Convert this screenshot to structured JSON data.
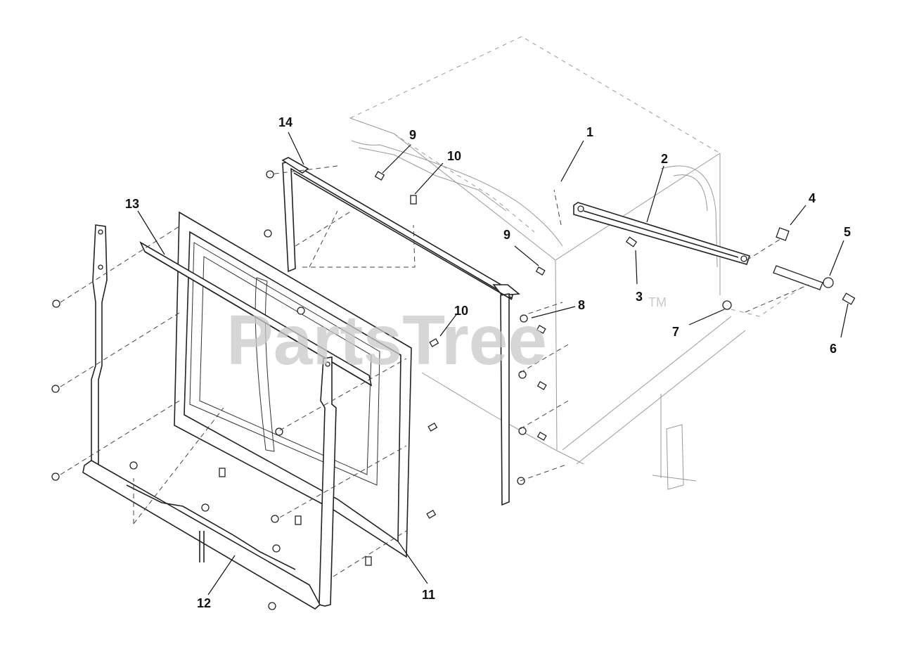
{
  "watermark": {
    "text": "PartsTree",
    "tm": "TM"
  },
  "callouts": {
    "c1": "1",
    "c2": "2",
    "c3": "3",
    "c4": "4",
    "c5": "5",
    "c6": "6",
    "c7": "7",
    "c8": "8",
    "c9a": "9",
    "c9b": "9",
    "c10a": "10",
    "c10b": "10",
    "c11": "11",
    "c12": "12",
    "c13": "13",
    "c14": "14"
  },
  "colors": {
    "ink": "#222222",
    "watermark": "#c9c9c9",
    "background": "#ffffff"
  }
}
